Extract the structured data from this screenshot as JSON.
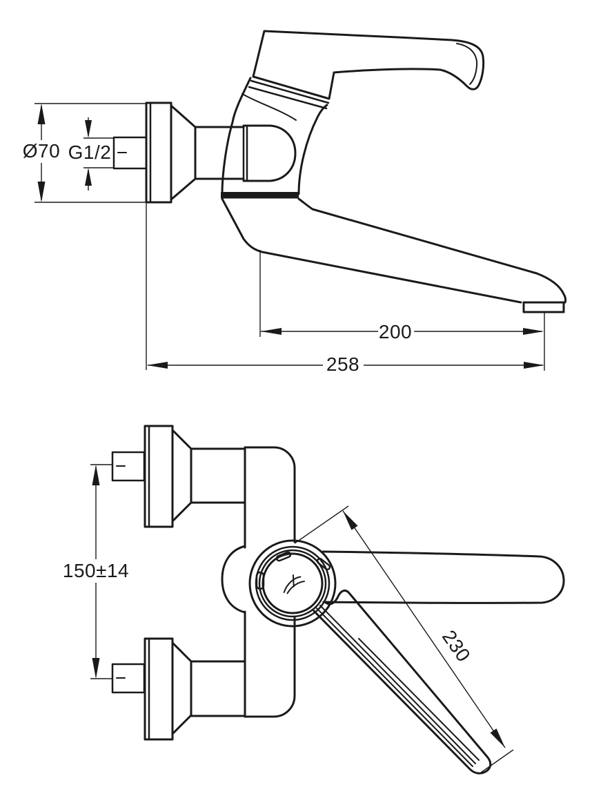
{
  "colors": {
    "line": "#1a1a1a",
    "background": "#ffffff"
  },
  "labels": {
    "flange_diameter": "Ø70",
    "thread_size": "G1/2",
    "spout_reach": "200",
    "total_reach": "258",
    "inlet_spacing": "150±14",
    "lever_length": "230"
  },
  "icons": {
    "brand_mark": "ideal-standard-script-logo"
  }
}
